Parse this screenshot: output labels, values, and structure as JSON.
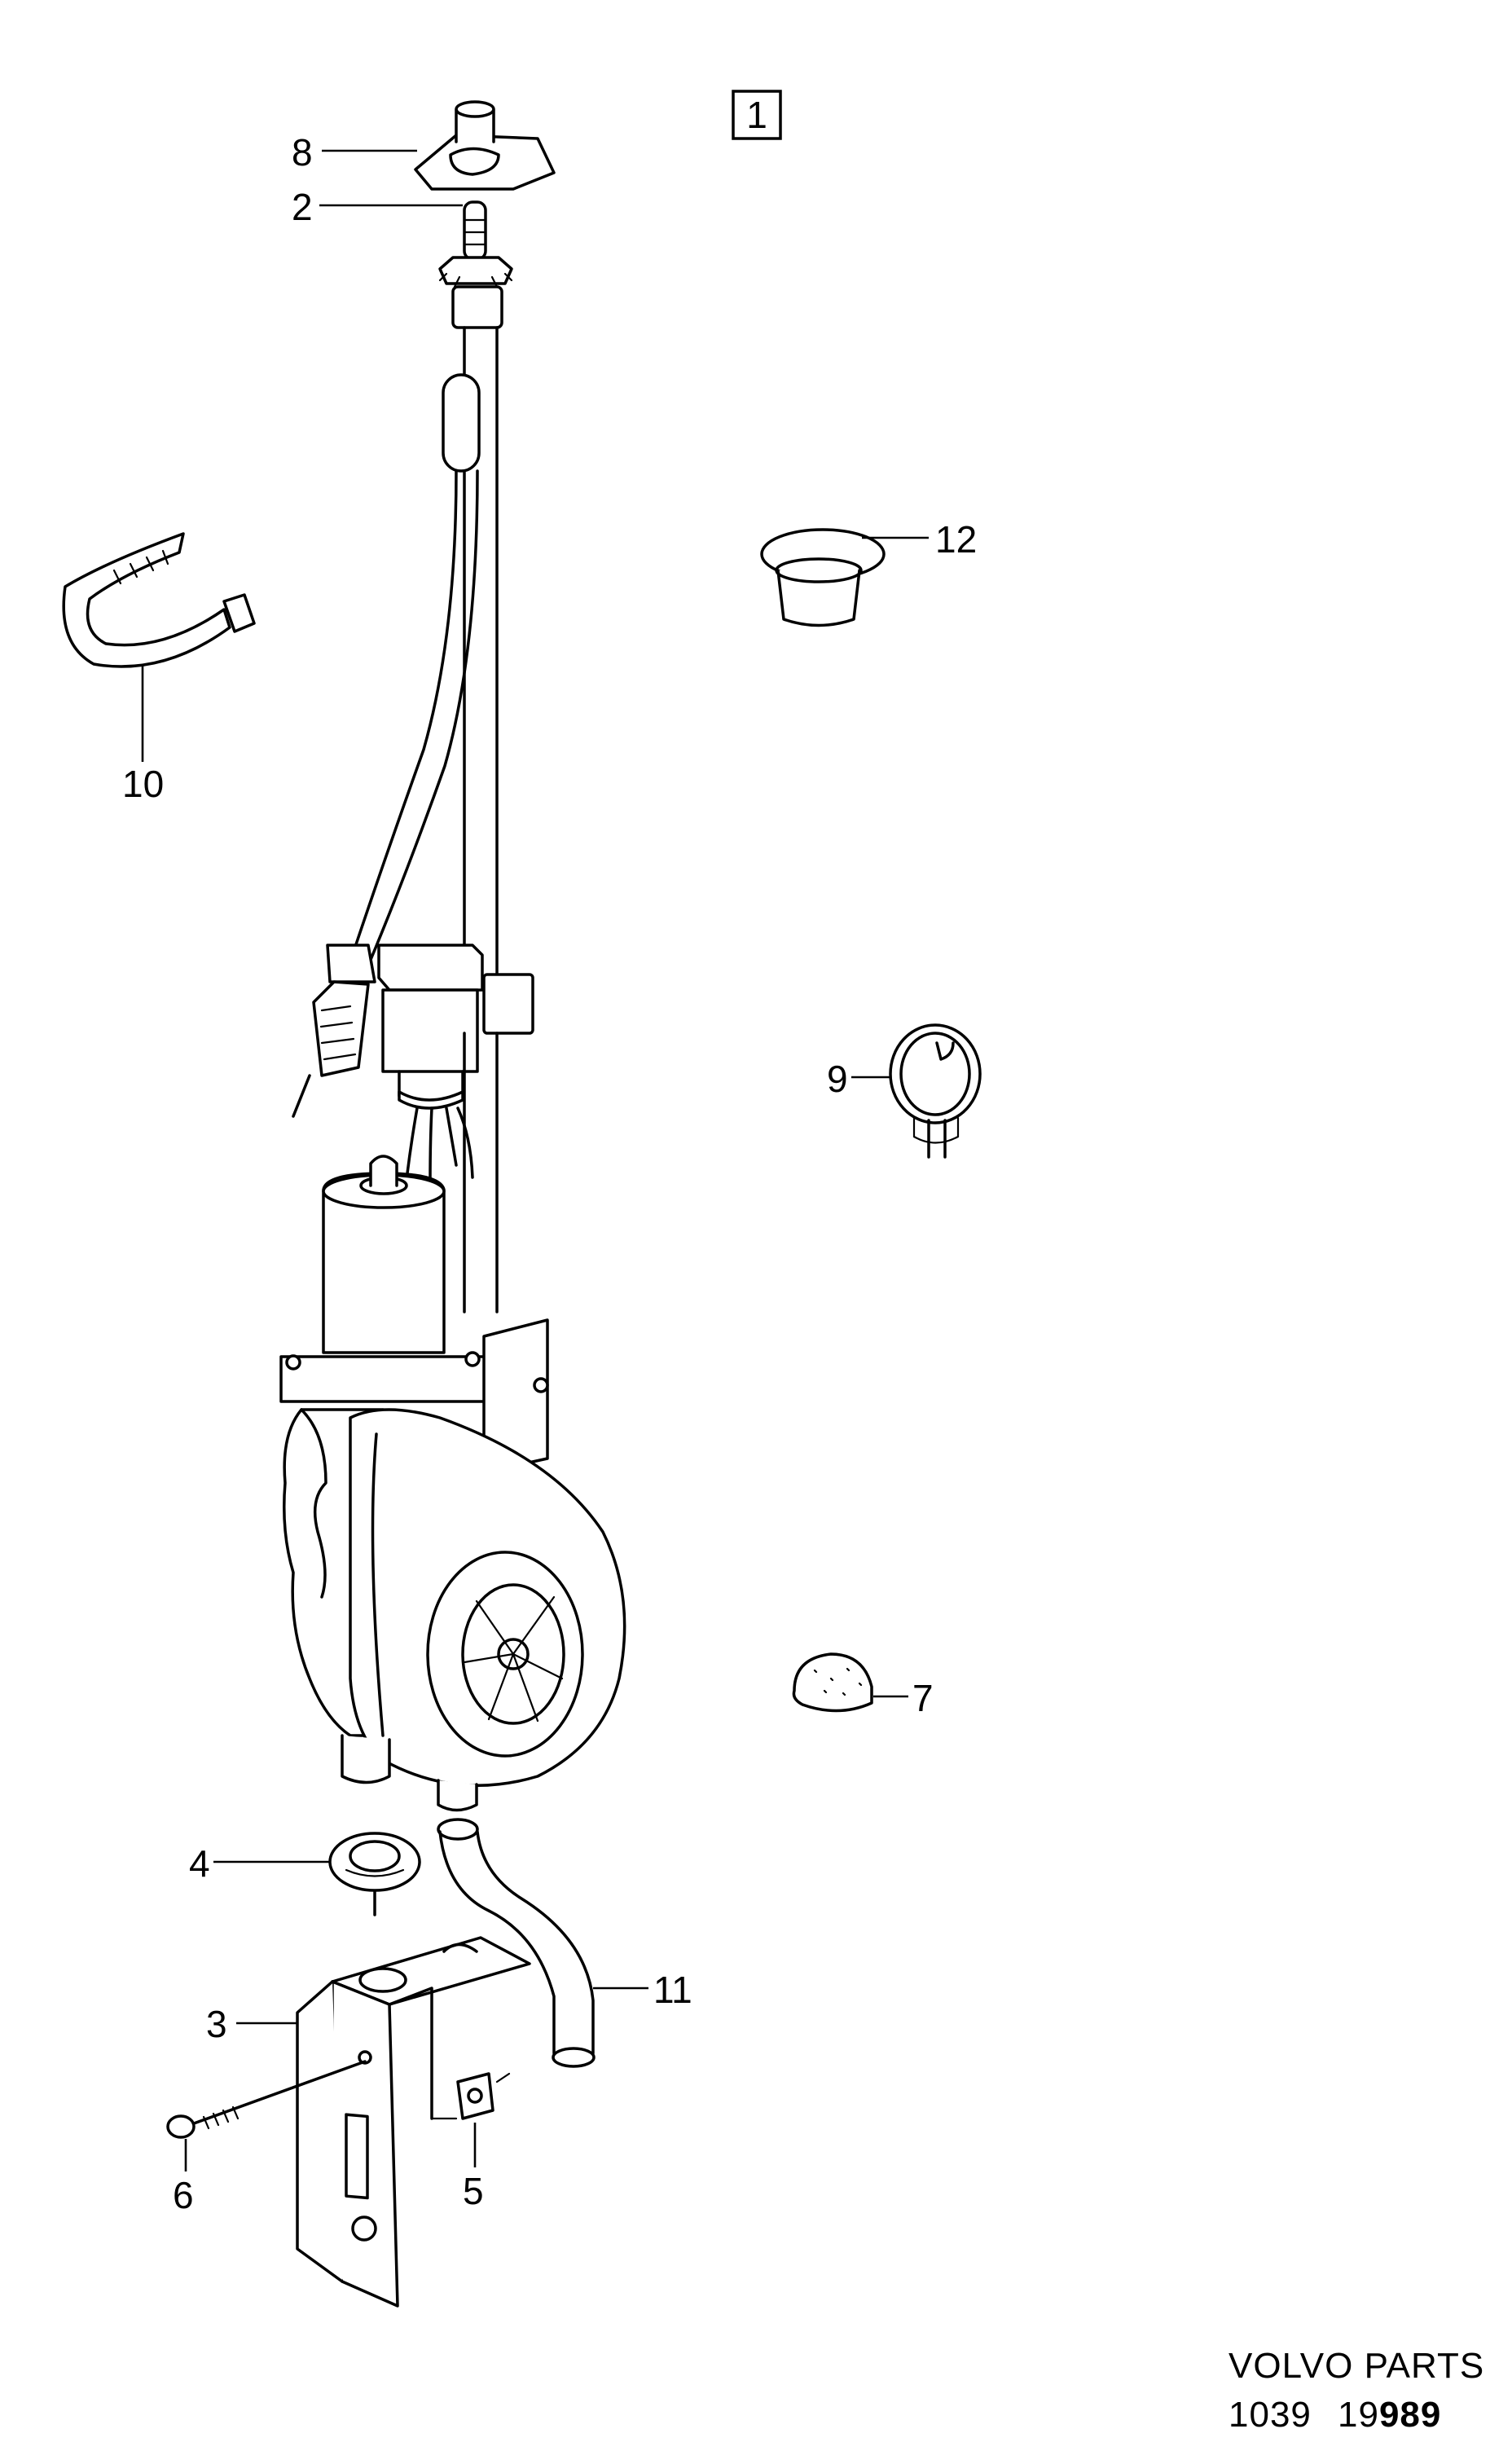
{
  "figure_ref": "1",
  "callouts": {
    "c2": "2",
    "c3": "3",
    "c4": "4",
    "c5": "5",
    "c6": "6",
    "c7": "7",
    "c8": "8",
    "c9": "9",
    "c10": "10",
    "c11": "11",
    "c12": "12"
  },
  "footer": {
    "brand": "VOLVO PARTS",
    "code_a": "1039",
    "code_b_light": "19",
    "code_b_bold": "989"
  }
}
